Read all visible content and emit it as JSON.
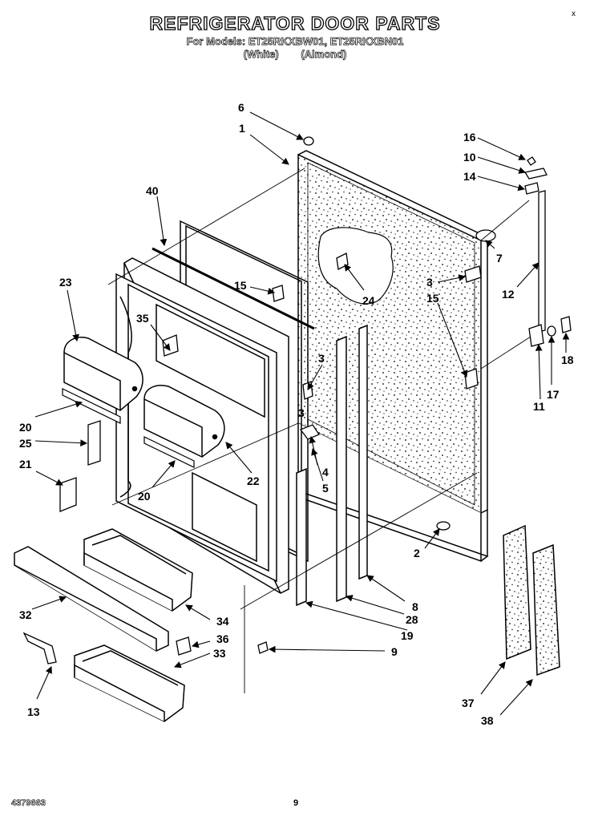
{
  "header": {
    "title": "REFRIGERATOR DOOR PARTS",
    "models_line": "For Models: ET25RKXBW01, ET25RKXBN01",
    "color_white": "(White)",
    "color_almond": "(Almond)",
    "corner_mark": "x"
  },
  "labels": {
    "l1": "1",
    "l2": "2",
    "l3a": "3",
    "l3b": "3",
    "l3c": "3",
    "l4": "4",
    "l5": "5",
    "l6": "6",
    "l7": "7",
    "l8": "8",
    "l9": "9",
    "l10": "10",
    "l11": "11",
    "l12": "12",
    "l13": "13",
    "l14": "14",
    "l15a": "15",
    "l15b": "15",
    "l16": "16",
    "l17": "17",
    "l18": "18",
    "l19": "19",
    "l20a": "20",
    "l20b": "20",
    "l21": "21",
    "l22": "22",
    "l23": "23",
    "l24": "24",
    "l25": "25",
    "l28": "28",
    "l32": "32",
    "l33": "33",
    "l34": "34",
    "l35": "35",
    "l36": "36",
    "l37": "37",
    "l38": "38",
    "l40": "40"
  },
  "footer": {
    "doc_number": "4379663",
    "page_number": "9"
  },
  "colors": {
    "ink": "#000000",
    "paper": "#ffffff"
  }
}
